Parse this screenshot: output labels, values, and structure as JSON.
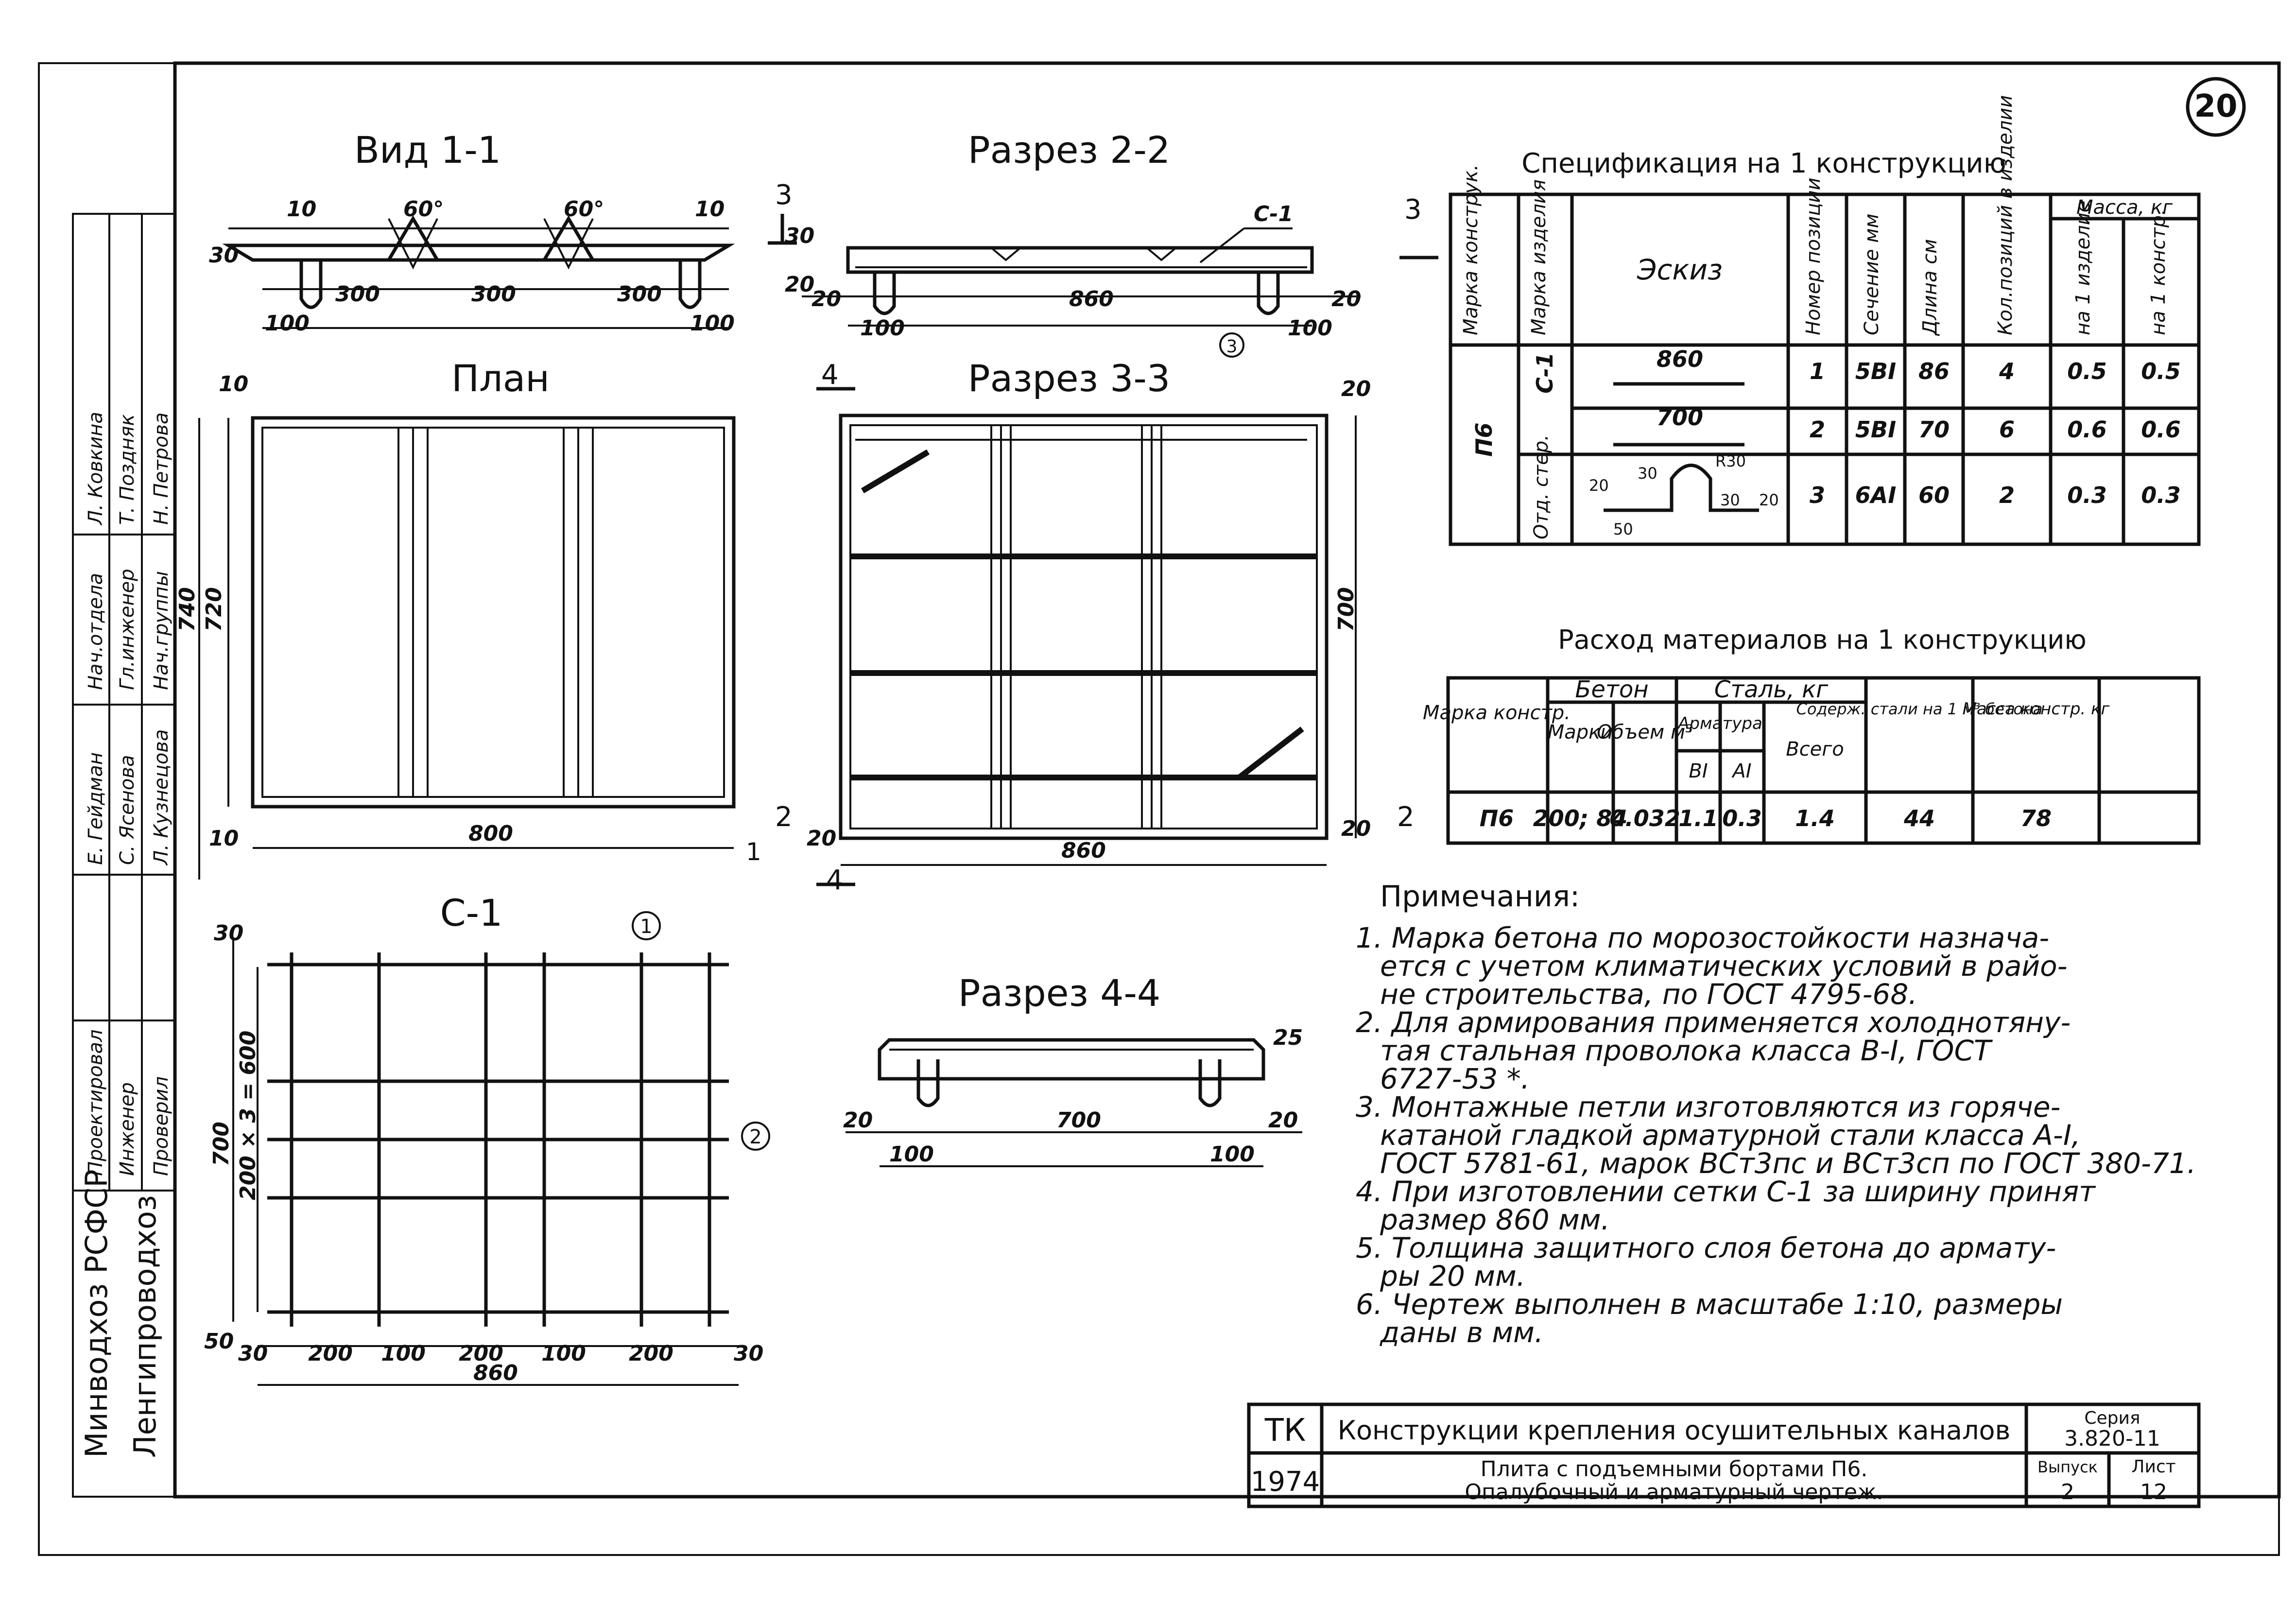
{
  "sheet_number": "20",
  "views": {
    "vid11": {
      "title": "Вид 1-1",
      "dims": {
        "d10a": "10",
        "ang1": "60°",
        "ang2": "60°",
        "d10b": "10",
        "h30": "30",
        "d100a": "100",
        "d300a": "300",
        "d300b": "300",
        "d300c": "300",
        "d100b": "100"
      }
    },
    "razrez22": {
      "title": "Разрез 2-2",
      "dims": {
        "c1": "С-1",
        "h30": "30",
        "h20": "20",
        "d20a": "20",
        "d100a": "100",
        "d860": "860",
        "d100b": "100",
        "d20b": "20",
        "pos3": "3"
      }
    },
    "plan": {
      "title": "План",
      "dims": {
        "d10a": "10",
        "d740": "740",
        "d720": "720",
        "d10b": "10",
        "d800": "800"
      }
    },
    "razrez33": {
      "title": "Разрез 3-3",
      "dims": {
        "d20a": "20",
        "d700": "700",
        "d20b": "20",
        "d20c": "20",
        "d860": "860"
      }
    },
    "c1": {
      "title": "С-1",
      "dims": {
        "d30": "30",
        "d700": "700",
        "d200x3": "200 × 3 = 600",
        "d50": "50",
        "d30a": "30",
        "d200a": "200",
        "d100a": "100",
        "d200b": "200",
        "d100b": "100",
        "d200c": "200",
        "d30b": "30",
        "d860": "860",
        "pos1": "1",
        "pos2": "2"
      }
    },
    "razrez44": {
      "title": "Разрез 4-4",
      "dims": {
        "d25": "25",
        "d20a": "20",
        "d700": "700",
        "d20b": "20",
        "d100a": "100",
        "d100b": "100"
      }
    },
    "markers": {
      "m3": "3",
      "m4": "4",
      "m2": "2",
      "m1": "1"
    }
  },
  "spec": {
    "title": "Спецификация на 1 конструкцию",
    "headers": {
      "marka_konstr": "Марка конструк.",
      "marka_izd": "Марка изделия",
      "eskiz": "Эскиз",
      "nomer": "Номер позиции",
      "sechenie": "Сечение мм",
      "dlina": "Длина см",
      "kol": "Кол.позиций в изделии",
      "massa": "Масса, кг",
      "na1izd": "на 1 изделие",
      "na1konstr": "на 1 констр."
    },
    "konstr": "П6",
    "izd_c1": "С-1",
    "izd_otd": "Отд. стер.",
    "rows": [
      {
        "eskiz": "860",
        "nomer": "1",
        "sech": "5ВI",
        "dlina": "86",
        "kol": "4",
        "m1": "0.5",
        "m2": "0.5"
      },
      {
        "eskiz": "700",
        "nomer": "2",
        "sech": "5ВI",
        "dlina": "70",
        "kol": "6",
        "m1": "0.6",
        "m2": "0.6"
      },
      {
        "eskiz": "",
        "nomer": "3",
        "sech": "6АI",
        "dlina": "60",
        "kol": "2",
        "m1": "0.3",
        "m2": "0.3"
      }
    ],
    "sketch3": {
      "a": "20",
      "b": "30",
      "c": "R30",
      "d": "30",
      "e": "50",
      "f": "20"
    }
  },
  "rashod": {
    "title": "Расход материалов на 1 конструкцию",
    "headers": {
      "marka": "Марка констр.",
      "beton": "Бетон",
      "marki": "Марки",
      "obem": "Объем м³",
      "stal": "Сталь, кг",
      "armatura": "Арматура",
      "bi": "ВI",
      "ai": "АI",
      "vsego": "Всего",
      "soderzh": "Содерж. стали на 1 м³ бетона",
      "massa": "Масса констр. кг"
    },
    "row": {
      "marka": "П6",
      "marki": "200; 84",
      "obem": "0.032",
      "bi": "1.1",
      "ai": "0.3",
      "vsego": "1.4",
      "soderzh": "44",
      "massa": "78"
    }
  },
  "notes": {
    "title": "Примечания:",
    "lines": [
      "1. Марка бетона по морозостойкости назнача-",
      "ется с учетом климатических условий в райо-",
      "не строительства, по ГОСТ 4795-68.",
      "2. Для армирования применяется холоднотяну-",
      "тая стальная проволока класса В-I, ГОСТ",
      "6727-53 *.",
      "3. Монтажные петли изготовляются из горяче-",
      "катаной гладкой арматурной стали класса А-I,",
      "ГОСТ 5781-61, марок ВСт3пс и ВСт3сп по ГОСТ 380-71.",
      "4. При изготовлении сетки С-1 за ширину принят",
      "размер 860 мм.",
      "5. Толщина защитного слоя бетона до армату-",
      "ры 20 мм.",
      "6. Чертеж выполнен в масштабе 1:10, размеры",
      "даны в мм."
    ]
  },
  "stamp": {
    "tk": "ТК",
    "year": "1974",
    "title1": "Конструкции крепления осушительных каналов",
    "title2a": "Плита с подъемными бортами П6.",
    "title2b": "Опалубочный и арматурный чертеж.",
    "seria_label": "Серия",
    "seria": "3.820-11",
    "vypusk_label": "Выпуск",
    "vypusk": "2",
    "list_label": "Лист",
    "list": "12"
  },
  "side": {
    "org1": "Минводхоз РСФСР",
    "org2": "Ленгипроводхоз",
    "roles": [
      "Нач.отдела",
      "Гл.инженер",
      "Нач.группы",
      "Проектировал",
      "Инженер",
      "Проверил"
    ],
    "names": [
      "Л. Ковкина",
      "Т. Поздняк",
      "Н. Петрова",
      "Е. Гейдман",
      "С. Ясенова",
      "Л. Кузнецова"
    ]
  }
}
